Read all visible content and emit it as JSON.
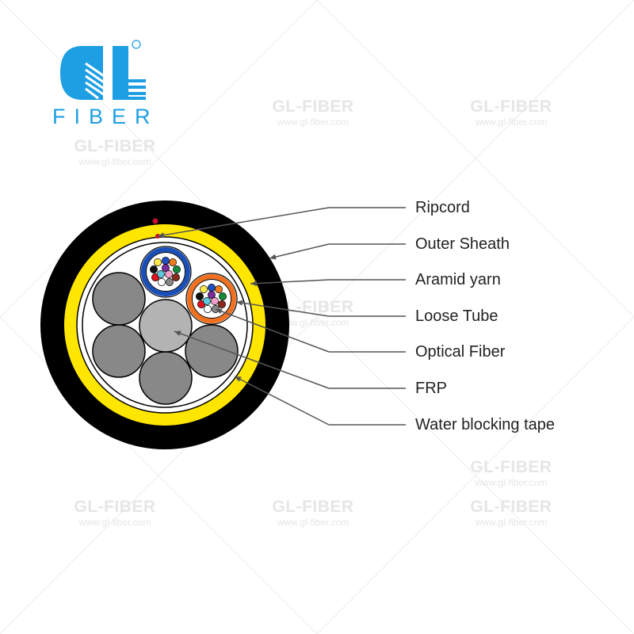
{
  "logo": {
    "text": "FIBER",
    "mark": "GL",
    "registered": "®",
    "color": "#1e9fe3"
  },
  "watermark": {
    "title": "GL-FIBER",
    "url": "www.gl-fiber.com"
  },
  "labels": {
    "ripcord": "Ripcord",
    "outer_sheath": "Outer Sheath",
    "aramid_yarn": "Aramid yarn",
    "loose_tube": "Loose Tube",
    "optical_fiber": "Optical Fiber",
    "frp": "FRP",
    "water_blocking_tape": "Water blocking tape"
  },
  "colors": {
    "sheath": "#000000",
    "aramid": "#ffe600",
    "filler": "#888888",
    "frp": "#b3b3b3",
    "tube1": "#1b4fb8",
    "tube2": "#f07020",
    "ripcord": "#c8102e",
    "fibers": [
      "#ffe94a",
      "#1f4fc4",
      "#f07a20",
      "#111111",
      "#7a2a9a",
      "#178a3a",
      "#e0101e",
      "#5cc8dc",
      "#f4a0c8",
      "#8b2a1a",
      "#ffffff",
      "#888888"
    ]
  }
}
